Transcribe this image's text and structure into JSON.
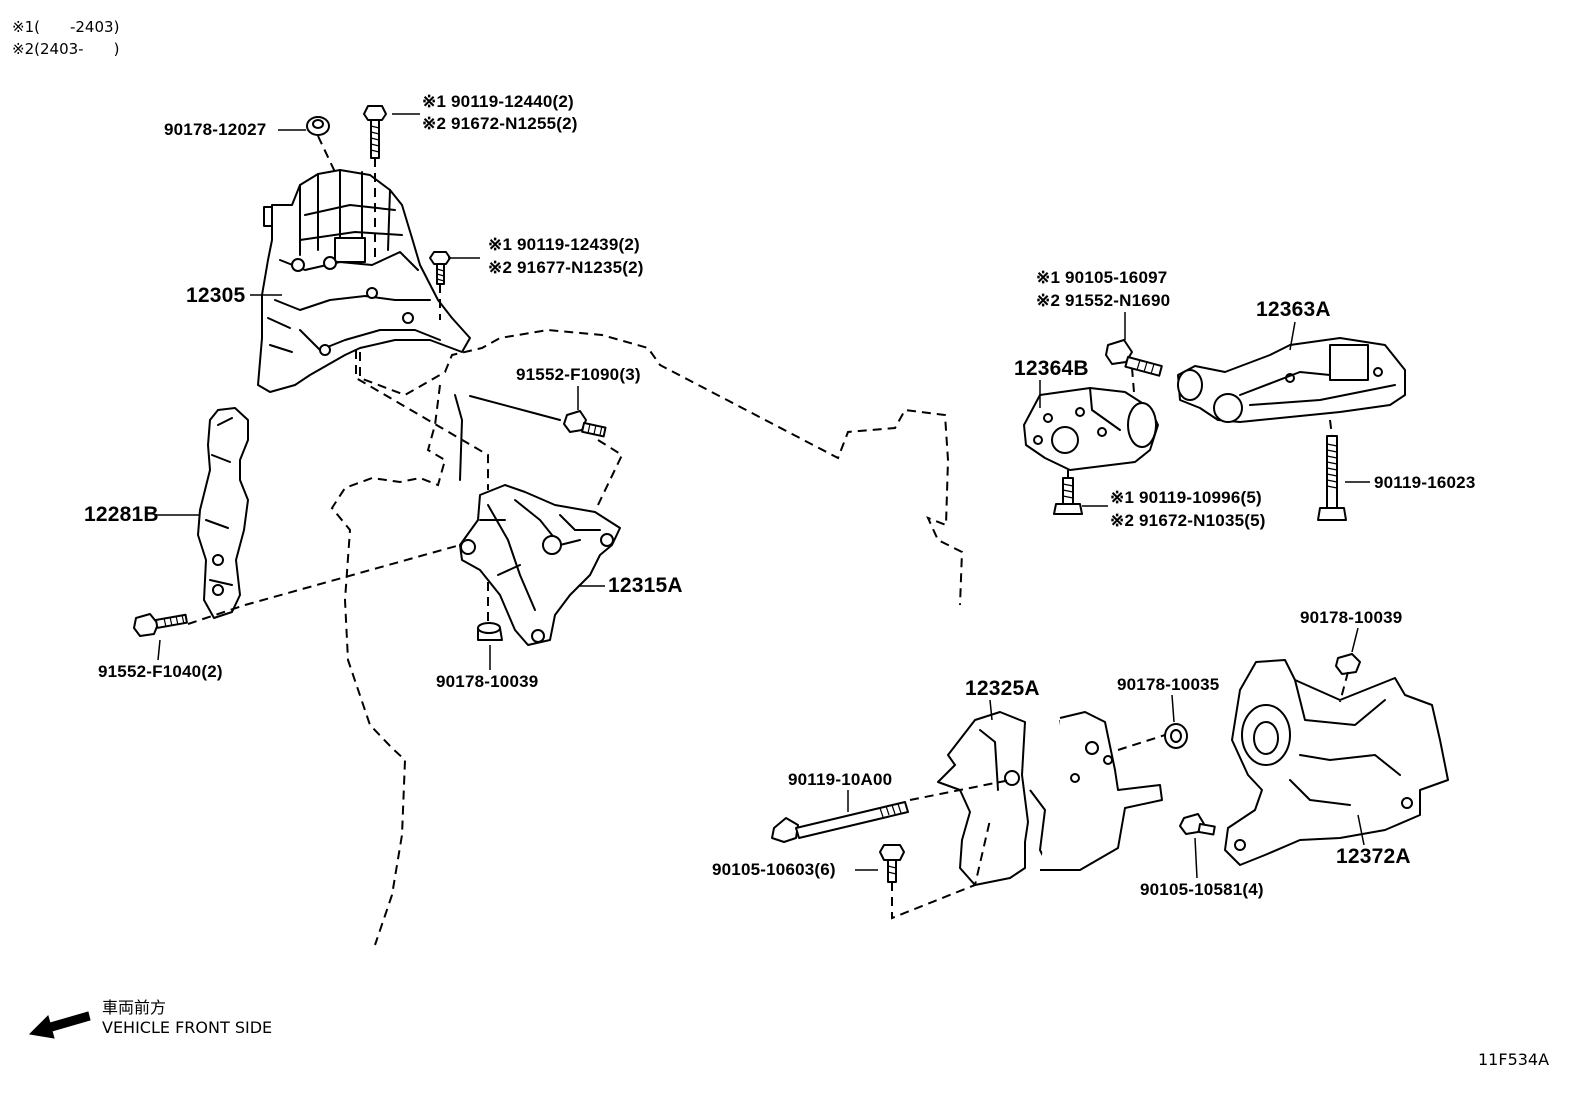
{
  "notes": [
    {
      "mark": "※1",
      "text": "(　　-2403)"
    },
    {
      "mark": "※2",
      "text": "(2403-　　)"
    }
  ],
  "parts": {
    "p90178_12027": "90178-12027",
    "p12305": "12305",
    "p12281B": "12281B",
    "p91552_F1040": "91552-F1040(2)",
    "p91552_F1090": "91552-F1090(3)",
    "p12315A": "12315A",
    "p90178_10039_left": "90178-10039",
    "top_bolt_1": "※1 90119-12440(2)",
    "top_bolt_2": "※2 91672-N1255(2)",
    "mid_bolt_1": "※1 90119-12439(2)",
    "mid_bolt_2": "※2 91677-N1235(2)",
    "right_bolt_1": "※1 90105-16097",
    "right_bolt_2": "※2 91552-N1690",
    "p12363A": "12363A",
    "p12364B": "12364B",
    "lower_bolt_1": "※1 90119-10996(5)",
    "lower_bolt_2": "※2 91672-N1035(5)",
    "p90119_16023": "90119-16023",
    "p90178_10039_right": "90178-10039",
    "p12325A": "12325A",
    "p90178_10035": "90178-10035",
    "p90119_10A00": "90119-10A00",
    "p90105_10603": "90105-10603(6)",
    "p90105_10581": "90105-10581(4)",
    "p12372A": "12372A"
  },
  "front": {
    "jp": "車両前方",
    "en": "VEHICLE FRONT SIDE"
  },
  "diagram_code": "11F534A"
}
